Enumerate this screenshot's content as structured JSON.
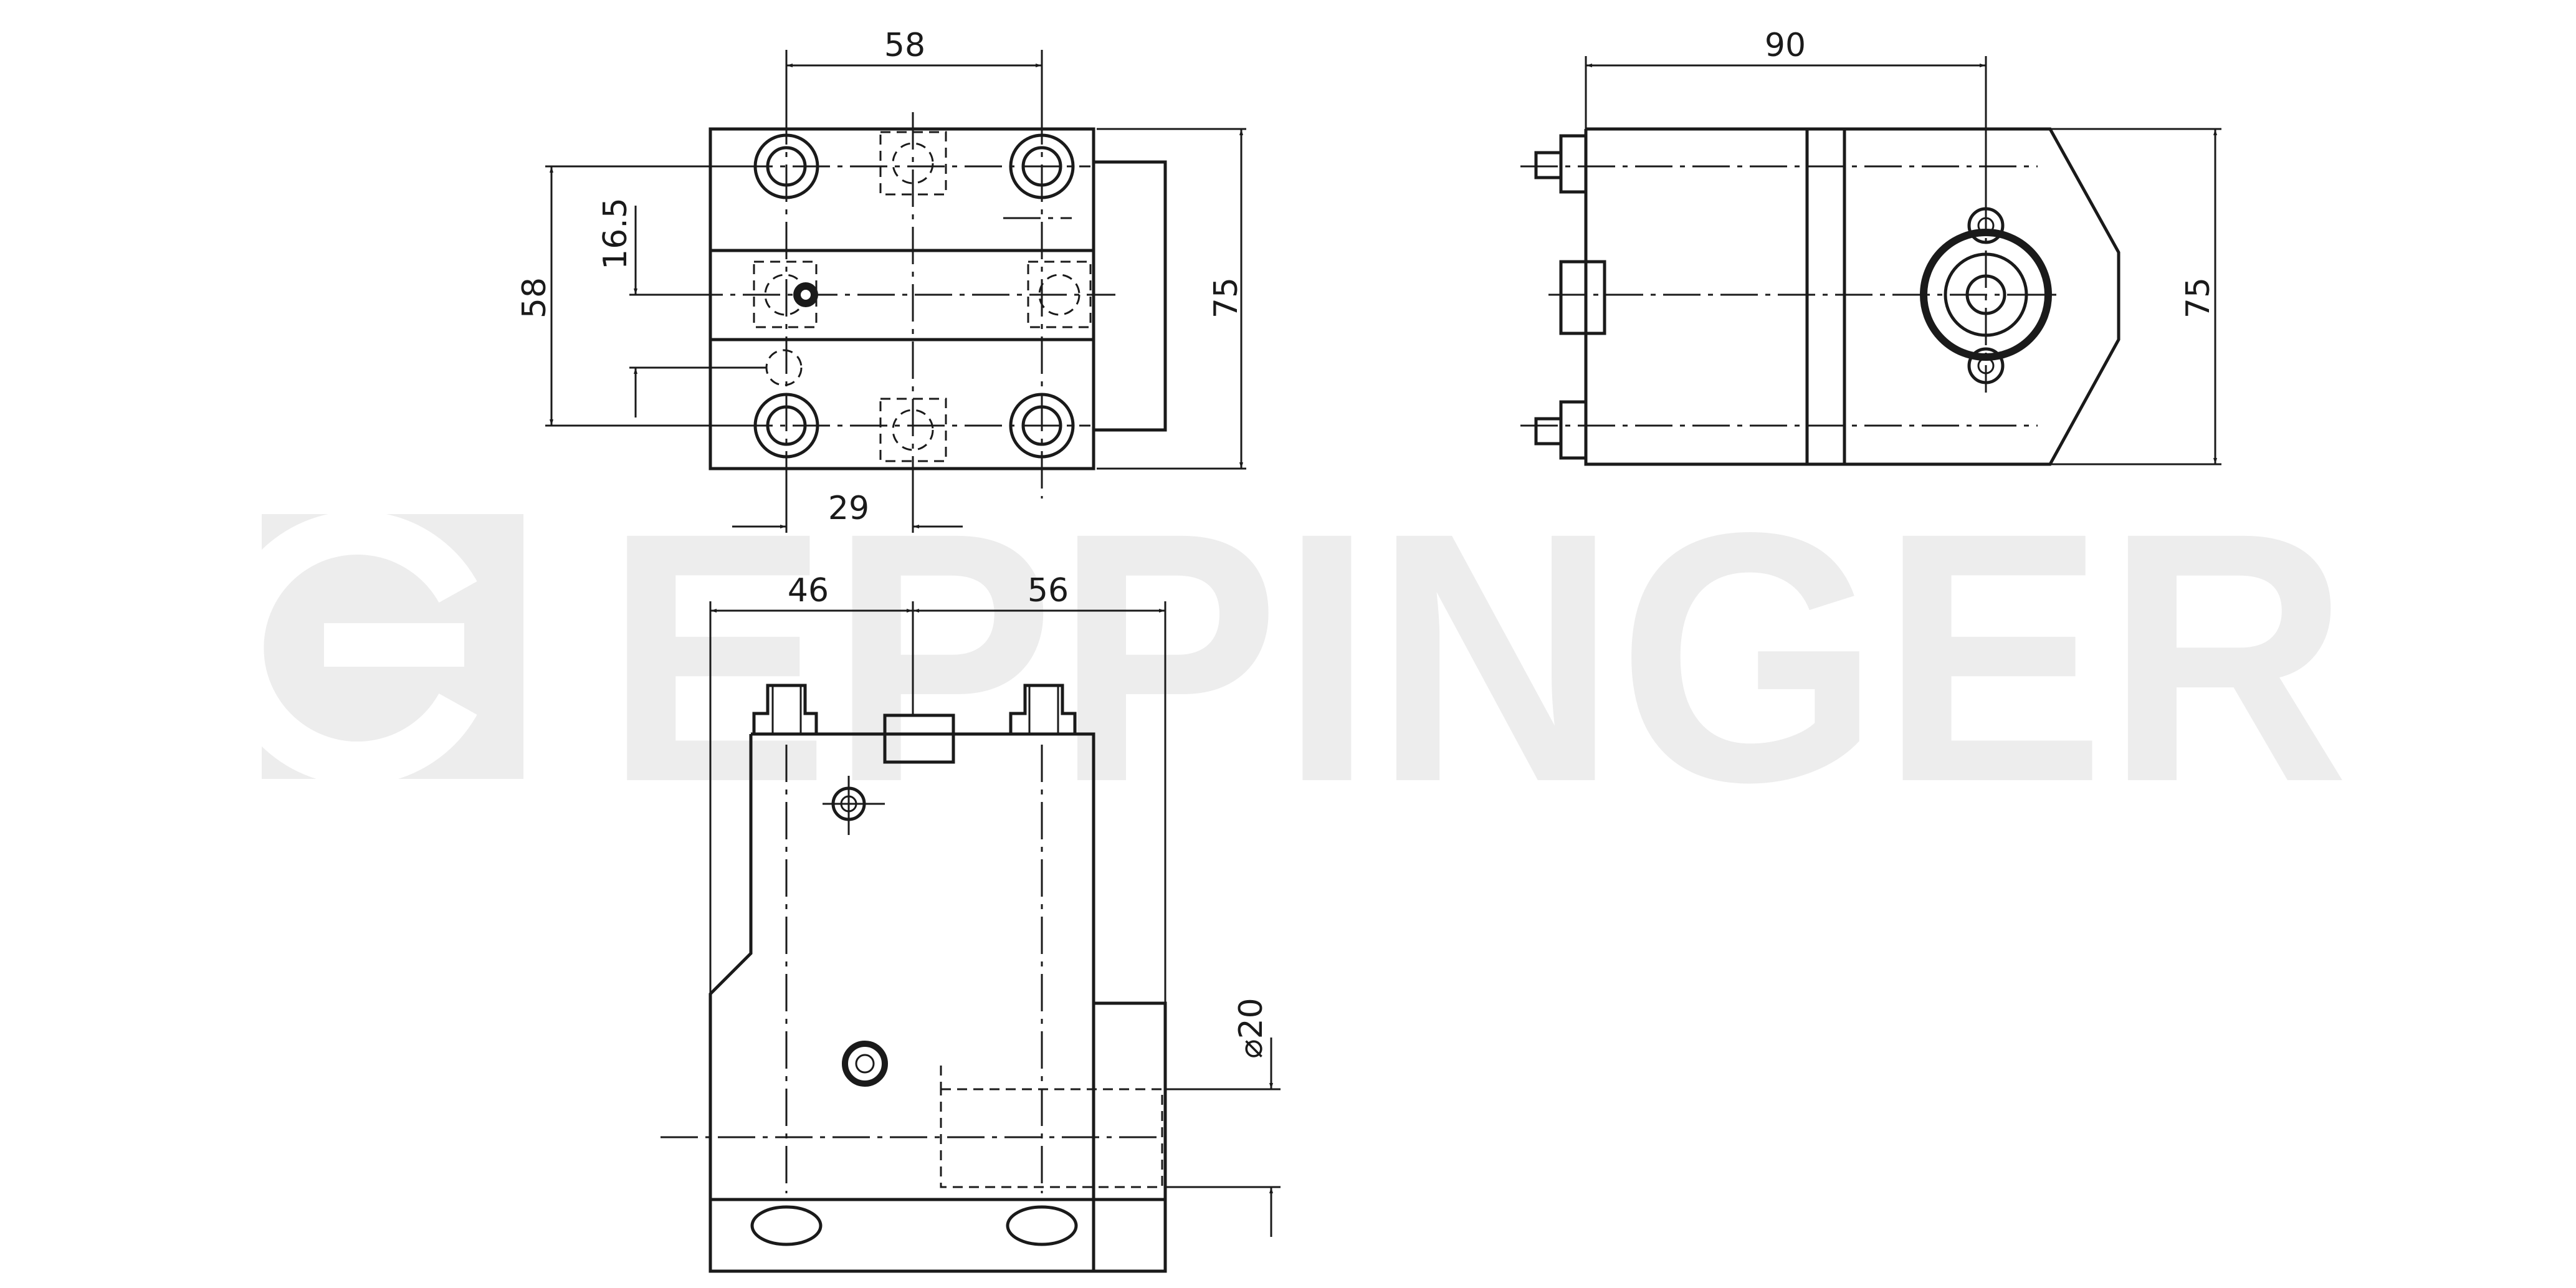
{
  "watermark": {
    "text": "EPPINGER",
    "color": "#ededed"
  },
  "dimensions": {
    "top_width": "58",
    "left_height": "58",
    "offset": "16.5",
    "bottom_offset": "29",
    "right_height": "75",
    "side_width": "90",
    "side_height": "75",
    "lower_left": "46",
    "lower_right": "56",
    "diameter": "⌀20"
  }
}
